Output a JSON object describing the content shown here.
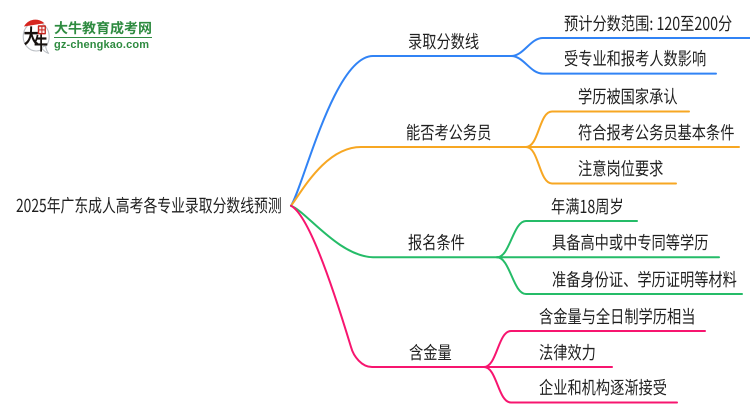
{
  "site": {
    "logo_name": "大牛教育成考网",
    "logo_domain": "gz-chengkao.com",
    "logo_bubble_chars": [
      "大",
      "牛"
    ],
    "brand_green": "#2e8b40",
    "brand_red": "#d7251f"
  },
  "chart_data": {
    "type": "mindmap",
    "root": "2025年广东成人高考各专业录取分数线预测",
    "branches": [
      {
        "label": "录取分数线",
        "color": "#3183f5",
        "children": [
          "预计分数范围: 120至200分",
          "受专业和报考人数影响"
        ]
      },
      {
        "label": "能否考公务员",
        "color": "#f7a723",
        "children": [
          "学历被国家承认",
          "符合报考公务员基本条件",
          "注意岗位要求"
        ]
      },
      {
        "label": "报名条件",
        "color": "#25bc68",
        "children": [
          "年满18周岁",
          "具备高中或中专同等学历",
          "准备身份证、学历证明等材料"
        ]
      },
      {
        "label": "含金量",
        "color": "#f7156f",
        "children": [
          "含金量与全日制学历相当",
          "法律效力",
          "企业和机构逐渐接受"
        ]
      }
    ]
  }
}
